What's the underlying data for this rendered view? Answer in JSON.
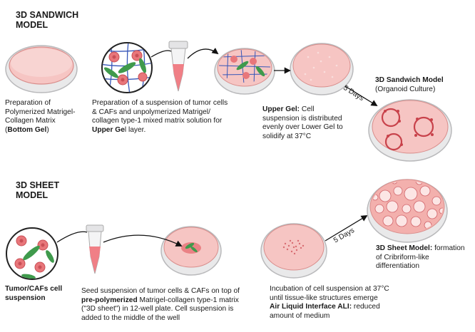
{
  "sandwich": {
    "heading_line1": "3D SANDWICH",
    "heading_line2": "MODEL",
    "step1": {
      "line1": "Preparation of",
      "line2": "Polymerized Matrigel-",
      "line3": "Collagen Matrix",
      "line4_pre": "(",
      "line4_bold": "Bottom Gel",
      "line4_post": ")"
    },
    "step2": {
      "line1": "Preparation of a suspension of tumor cells",
      "line2": "& CAFs and unpolymerized Matrigel/",
      "line3": "collagen type-1 mixed matrix solution for",
      "line4_bold": "Upper Ge",
      "line4_post": "l layer."
    },
    "step3": {
      "bold": "Upper Gel:",
      "line1_post": " Cell",
      "line2": "suspension is  distributed",
      "line3": "evenly over Lower Gel to",
      "line4": "solidify at 37°C"
    },
    "arrow_label": "5 Days",
    "result": {
      "title": "3D Sandwich Model",
      "subtitle": "(Organoid Culture)"
    }
  },
  "sheet": {
    "heading_line1": "3D SHEET",
    "heading_line2": "MODEL",
    "step1": {
      "line1": "Tumor/CAFs cell",
      "line2": "suspension"
    },
    "step2": {
      "line1": "Seed suspension of tumor cells & CAFs  on top of",
      "line2_bold": "pre-polymerized",
      "line2_post": " Matrigel-collagen type-1 matrix",
      "line3": "(\"3D sheet\") in 12-well plate.  Cell suspension is",
      "line4": "added to the middle of the well"
    },
    "step3": {
      "line1": "Incubation of cell suspension at 37°C",
      "line2": "until tissue-like structures emerge",
      "line3_bold": "Air Liquid Interface ALI:",
      "line3_post": " reduced",
      "line4": "amount of medium"
    },
    "arrow_label": "5 Days",
    "result": {
      "title_bold": "3D Sheet Model:",
      "title_post": " formation",
      "line2": "of Cribriform-like",
      "line3": "differentiation"
    }
  },
  "colors": {
    "dish_fill": "#f6c5c3",
    "dish_rim": "#d98d8b",
    "gel_pink": "#f3b0ad",
    "cell_pink": "#e8767a",
    "caf_green": "#3f9a4c",
    "matrix_blue": "#3656b8",
    "ring_red": "#c8424b",
    "tube_pink": "#f07f86"
  }
}
